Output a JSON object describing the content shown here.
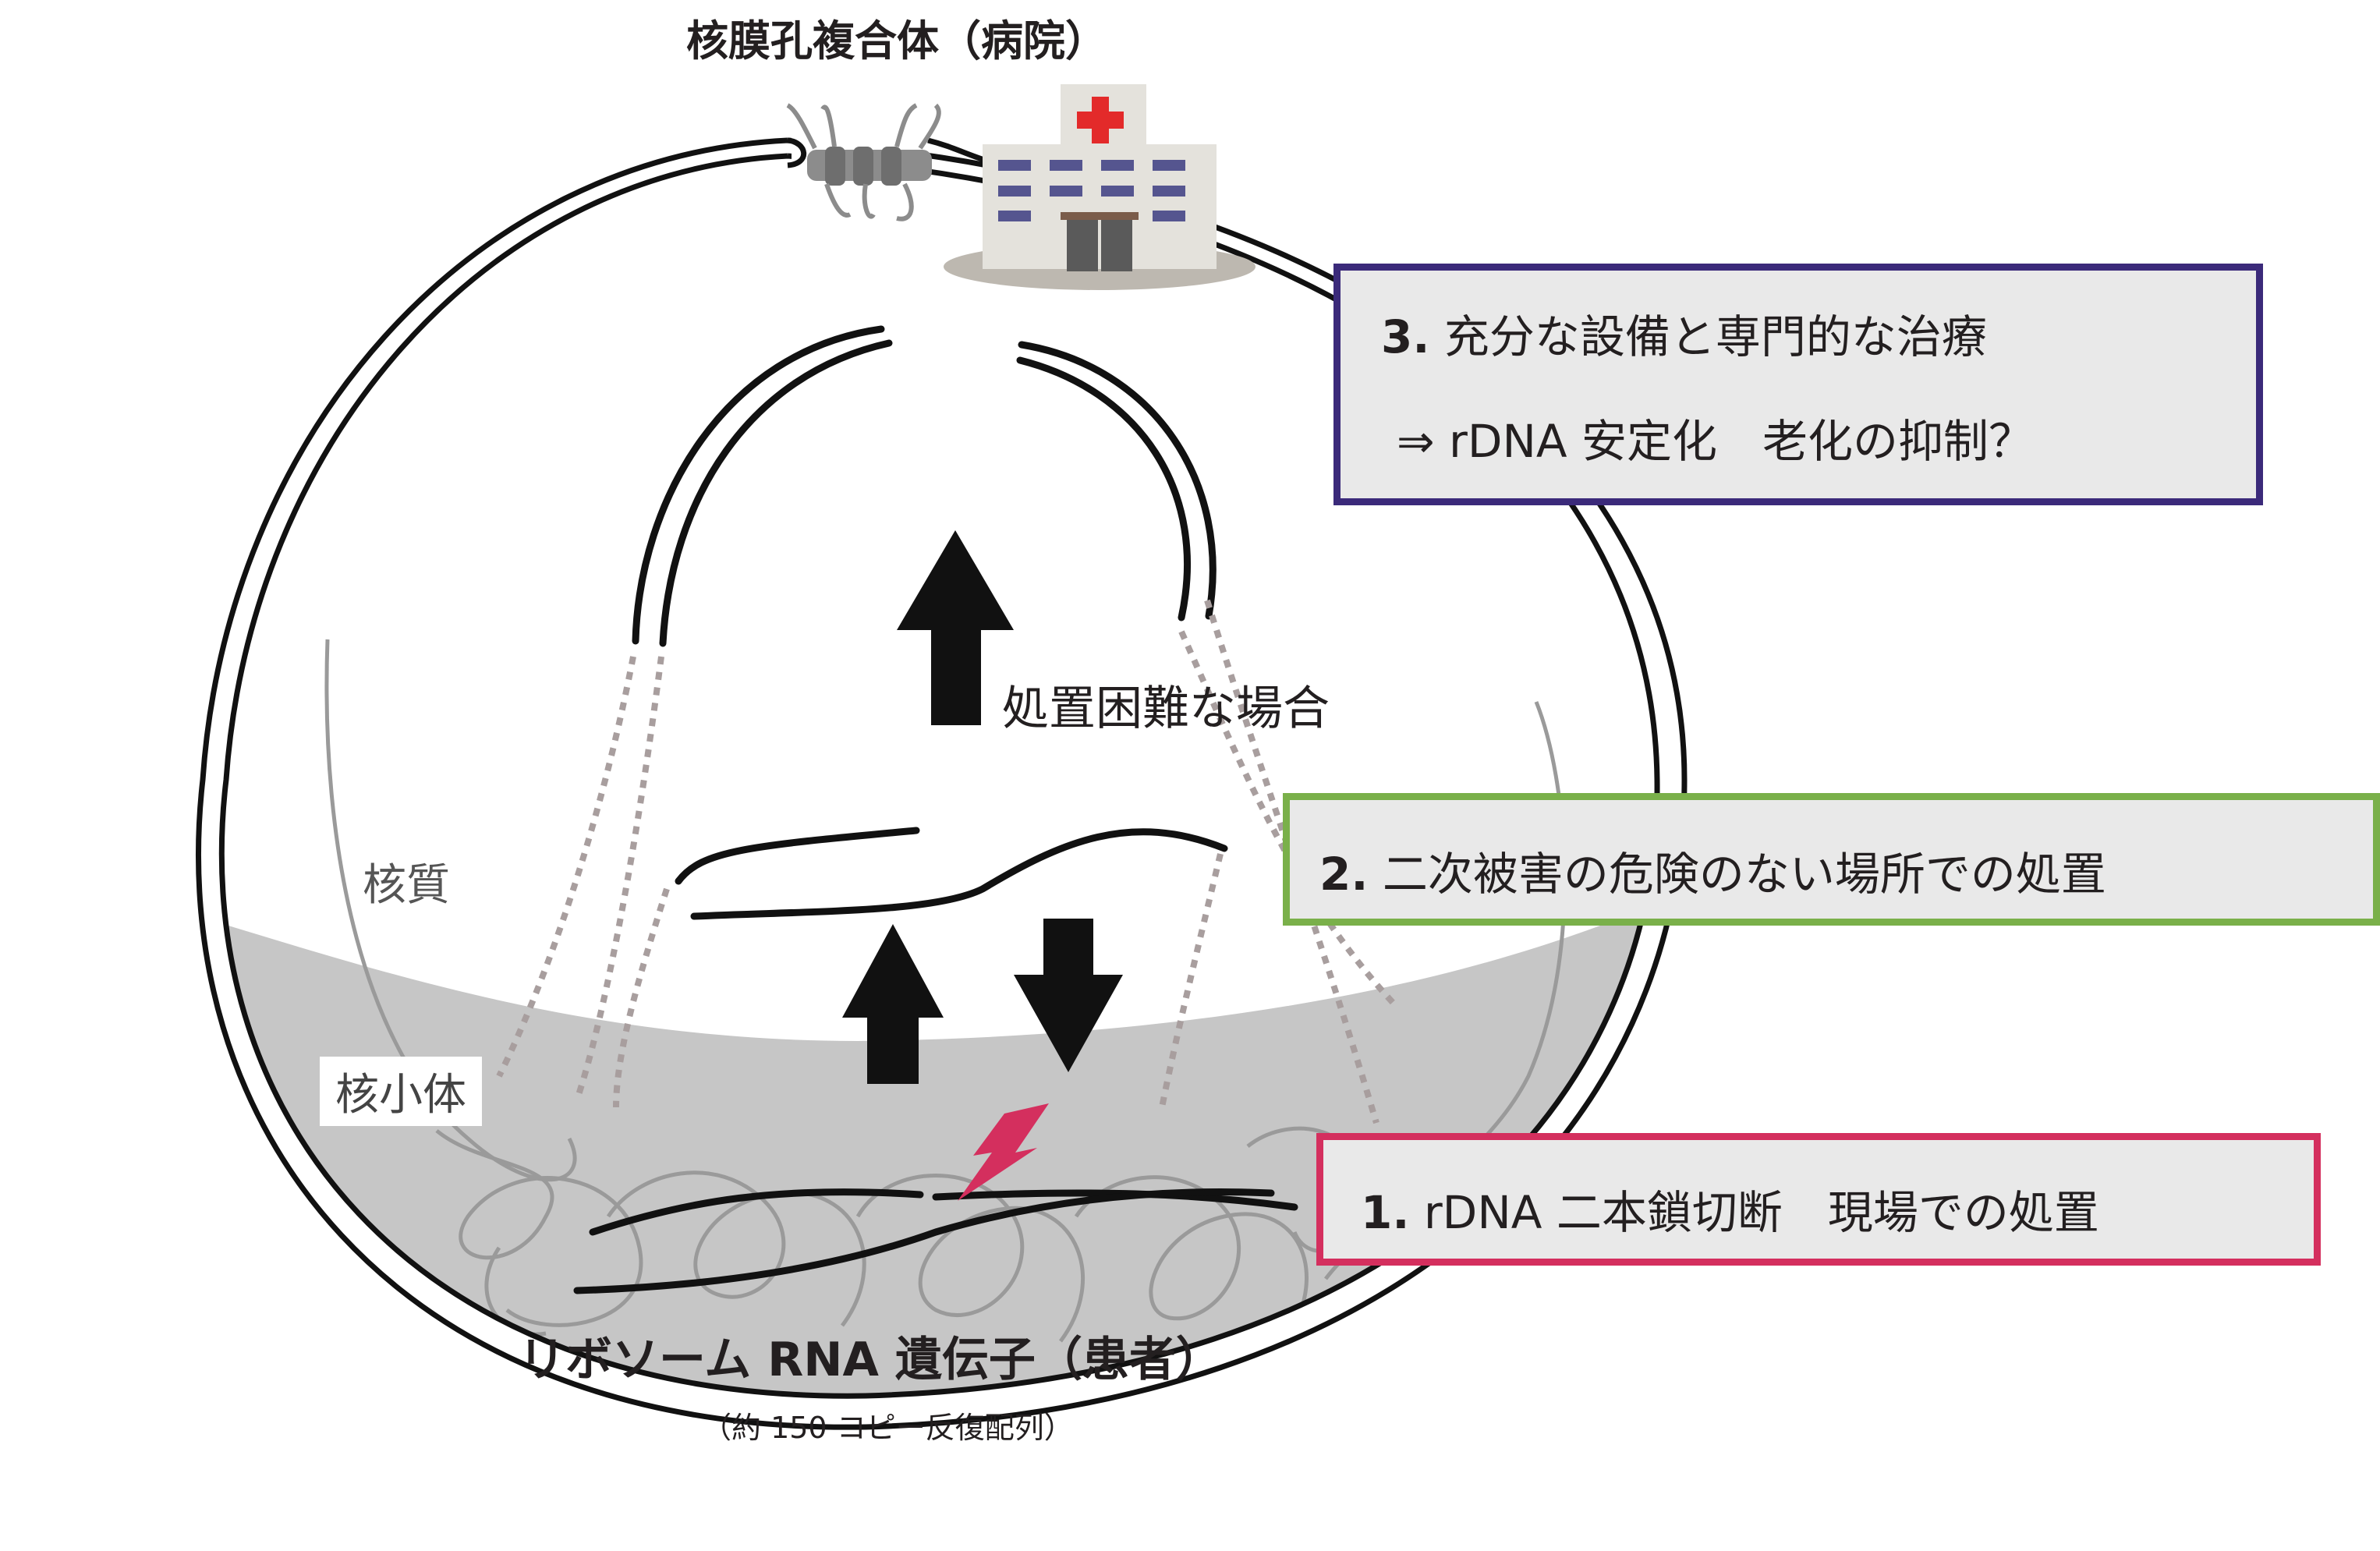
{
  "title": "核膜孔複合体（病院）",
  "labels": {
    "nucleoplasm": "核質",
    "nucleolus": "核小体",
    "difficult": "処置困難な場合"
  },
  "gene": {
    "name": "リボソーム RNA 遺伝子（患者）",
    "note": "（約 150 コピー反復配列）"
  },
  "callouts": {
    "c3": {
      "number": "3.",
      "text": "充分な設備と専門的な治療",
      "line2": "⇒ rDNA 安定化　老化の抑制？",
      "border": "#3b2a7a"
    },
    "c2": {
      "number": "2.",
      "text": "二次被害の危険のない場所での処置",
      "border": "#7ab04a"
    },
    "c1": {
      "number": "1.",
      "text": "rDNA 二本鎖切断　現場での処置",
      "border": "#d42f5e"
    }
  },
  "colors": {
    "nucleolus_fill": "#c6c6c6",
    "damage": "#d42f5e",
    "hospital_cross": "#e32a2a",
    "window": "#55558f",
    "stroke": "#111111"
  },
  "icons": {
    "pore": "nuclear-pore-icon",
    "hospital": "hospital-icon",
    "damage": "lightning-bolt-icon"
  }
}
